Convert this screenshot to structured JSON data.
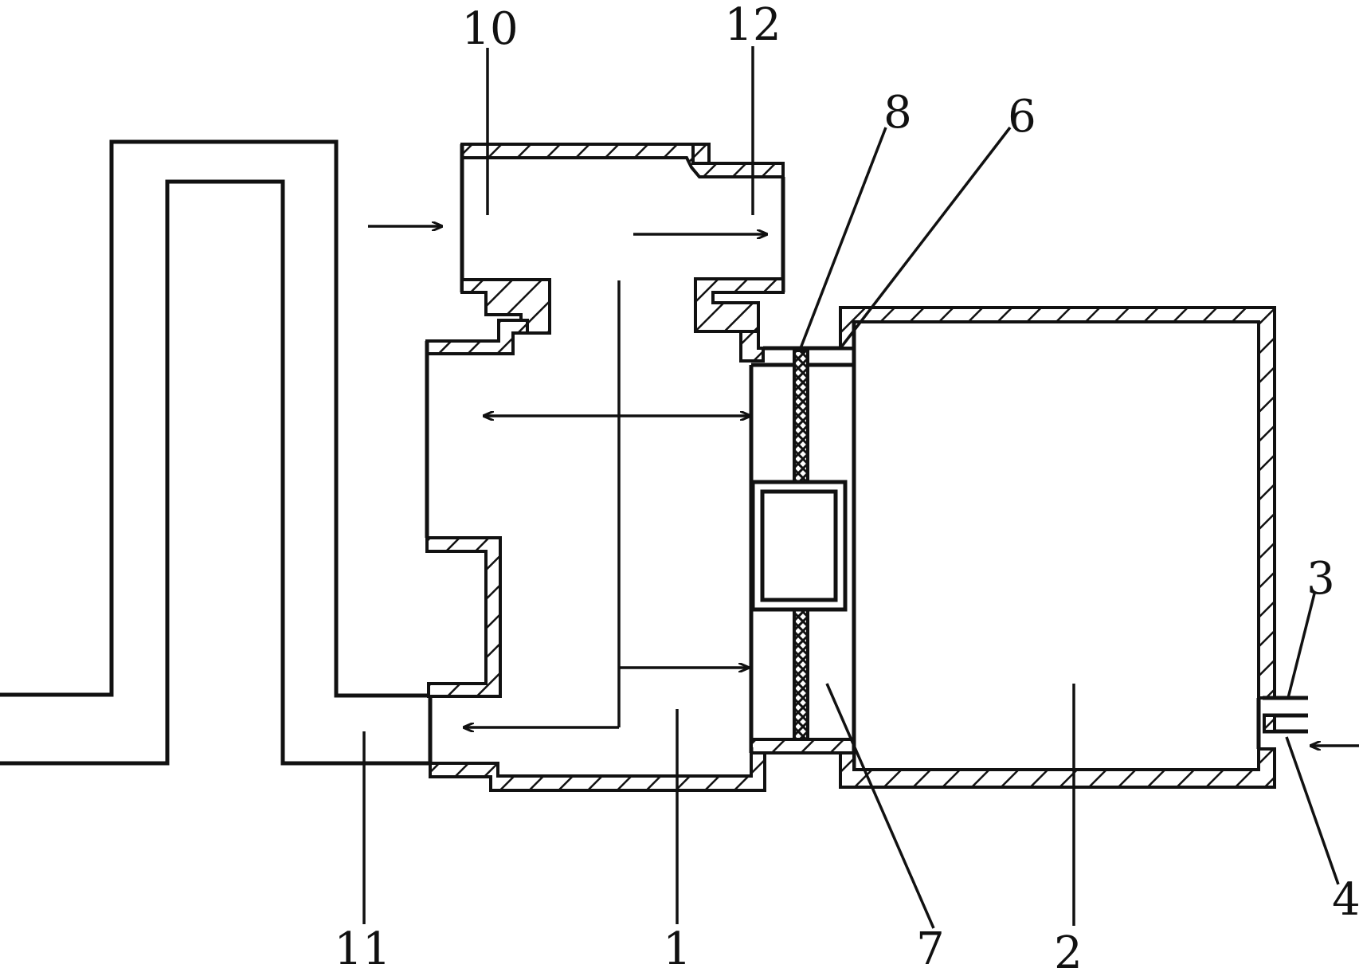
{
  "labels": {
    "l10": "10",
    "l12": "12",
    "l8": "8",
    "l6": "6",
    "l3": "3",
    "l4": "4",
    "l11": "11",
    "l1": "1",
    "l7": "7",
    "l2": "2"
  },
  "colors": {
    "line": "#111111",
    "background": "#ffffff"
  }
}
